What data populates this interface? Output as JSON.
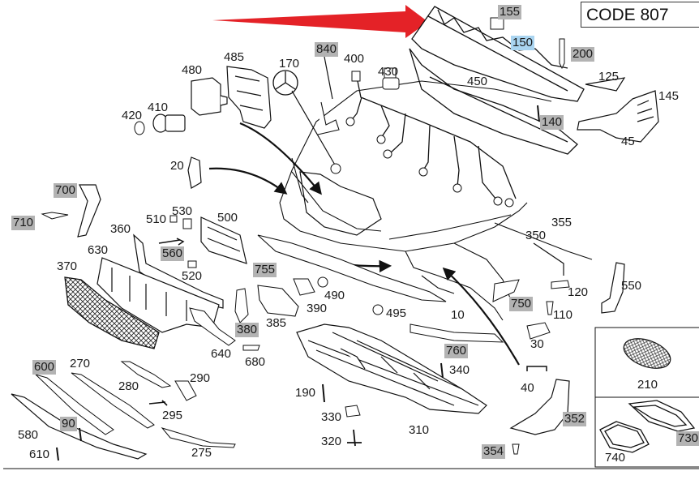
{
  "code_box": {
    "text": "CODE 807"
  },
  "colors": {
    "arrow_red": "#e3161b",
    "highlight_grey": "#b3b3b3",
    "highlight_blue": "#a9d4f0",
    "line": "#111111"
  },
  "labels": {
    "p155": "155",
    "p150": "150",
    "p200": "200",
    "p125": "125",
    "p145": "145",
    "p450": "450",
    "p140": "140",
    "p45": "45",
    "p480": "480",
    "p485": "485",
    "p170": "170",
    "p840": "840",
    "p400": "400",
    "p430": "430",
    "p420": "420",
    "p410": "410",
    "p20": "20",
    "p700": "700",
    "p710": "710",
    "p510": "510",
    "p530": "530",
    "p500": "500",
    "p360": "360",
    "p630": "630",
    "p560": "560",
    "p355": "355",
    "p350": "350",
    "p370": "370",
    "p520": "520",
    "p755": "755",
    "p490": "490",
    "p390": "390",
    "p495": "495",
    "p120": "120",
    "p550": "550",
    "p750": "750",
    "p110": "110",
    "p10": "10",
    "p380": "380",
    "p385": "385",
    "p640": "640",
    "p680": "680",
    "p30": "30",
    "p760": "760",
    "p340": "340",
    "p600": "600",
    "p270": "270",
    "p290": "290",
    "p280": "280",
    "p295": "295",
    "p190": "190",
    "p40": "40",
    "p210": "210",
    "p330": "330",
    "p310": "310",
    "p352": "352",
    "p90": "90",
    "p580": "580",
    "p610": "610",
    "p275": "275",
    "p320": "320",
    "p354": "354",
    "p740": "740",
    "p730": "730"
  }
}
